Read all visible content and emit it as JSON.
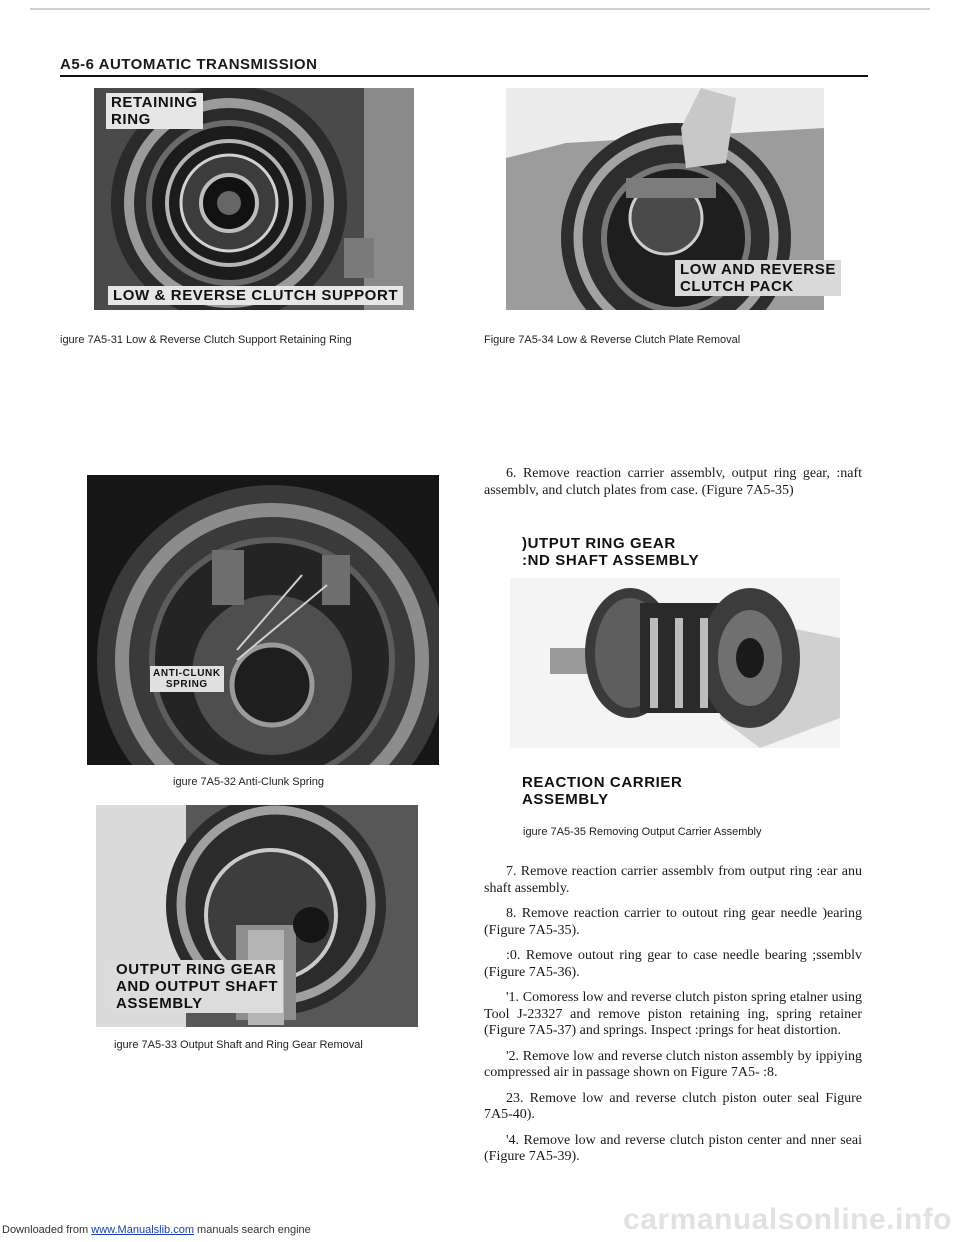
{
  "header": {
    "title": "A5-6 AUTOMATIC TRANSMISSION"
  },
  "figures": [
    {
      "id": "fig-31",
      "callouts": [
        "RETAINING",
        "RING",
        "LOW & REVERSE CLUTCH SUPPORT"
      ],
      "caption": "igure 7A5-31 Low & Reverse Clutch Support Retaining Ring"
    },
    {
      "id": "fig-32",
      "callouts": [
        "ANTI-CLUNK",
        "SPRING"
      ],
      "caption": "igure 7A5-32 Anti-Clunk Spring"
    },
    {
      "id": "fig-33",
      "callouts": [
        "OUTPUT RING GEAR",
        "AND OUTPUT SHAFT",
        "ASSEMBLY"
      ],
      "caption": "igure 7A5-33 Output Shaft and Ring Gear Removal"
    },
    {
      "id": "fig-34",
      "callouts": [
        "LOW AND REVERSE",
        "CLUTCH PACK"
      ],
      "caption": "Figure 7A5-34 Low & Reverse Clutch Plate Removal"
    },
    {
      "id": "fig-35",
      "callouts": [
        ")UTPUT RING GEAR",
        ":ND SHAFT ASSEMBLY",
        "REACTION CARRIER",
        "ASSEMBLY"
      ],
      "caption": "igure 7A5-35 Removing Output Carrier Assembly"
    }
  ],
  "body": {
    "para_6": "6. Remove reaction carrier assemblv, output ring gear, :naft assemblv, and clutch plates from case. (Figure 7A5-35)",
    "para_7": "7. Remove reaction carrier assemblv from output ring :ear anu shaft assembly.",
    "para_8": "8. Remove reaction carrier to outout ring gear needle )earing (Figure 7A5-35).",
    "para_10": ":0. Remove outout ring gear to case needle bearing ;ssemblv (Figure 7A5-36).",
    "para_11": "'1. Comoress low and reverse clutch piston spring etalner using Tool J-23327 and remove piston retaining ing, spring retainer (Figure 7A5-37) and springs. Inspect :prings for heat distortion.",
    "para_12": "'2. Remove low and reverse clutch niston assembly by ippiying compressed air in passage shown on Figure 7A5- :8.",
    "para_13": "23. Remove low and reverse clutch piston outer seal Figure 7A5-40).",
    "para_14": "'4. Remove low and reverse clutch piston center and nner seai (Figure 7A5-39)."
  },
  "footer": {
    "prefix": "Downloaded from ",
    "link": "www.Manualslib.com",
    "suffix": " manuals search engine"
  },
  "watermark": "carmanualsonline.info"
}
